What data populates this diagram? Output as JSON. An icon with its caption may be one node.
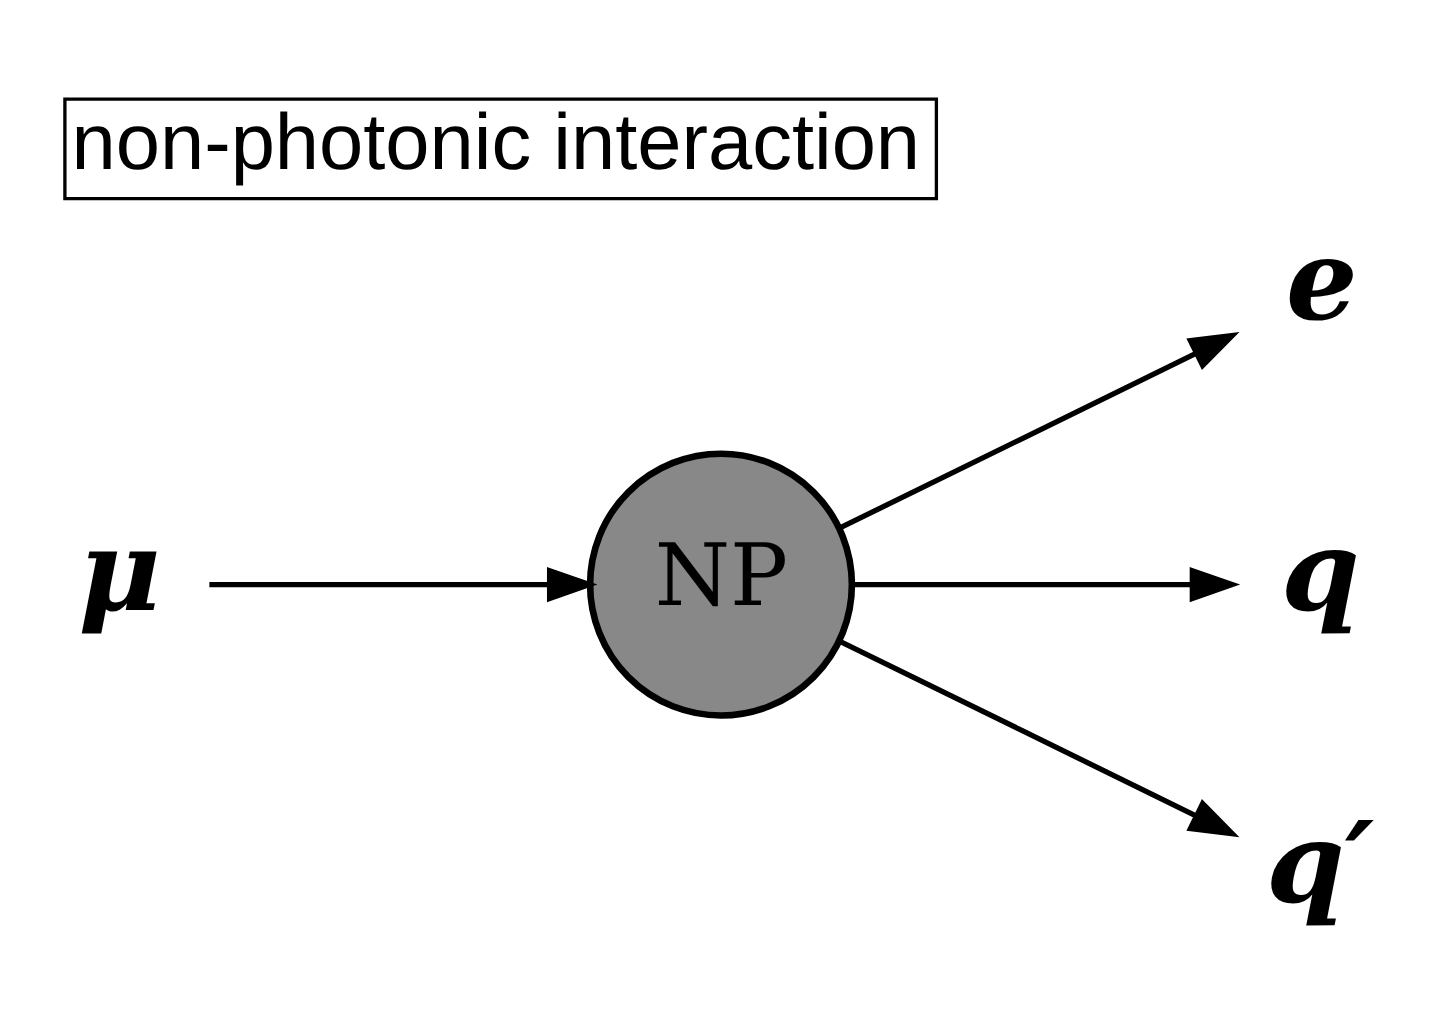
{
  "diagram": {
    "title": "non-photonic interaction",
    "nodes": [
      {
        "text": [
          "μ"
        ]
      },
      {
        "text": [
          "NP"
        ]
      },
      {
        "text": [
          "e"
        ]
      },
      {
        "text": [
          "q"
        ]
      },
      {
        "text": [
          "q′"
        ]
      }
    ],
    "edges": [
      {
        "from": 0,
        "to": 1,
        "arrow": "to"
      },
      {
        "from": 1,
        "to": 2,
        "arrow": "to"
      },
      {
        "from": 1,
        "to": 3,
        "arrow": "to"
      },
      {
        "from": 1,
        "to": 4,
        "arrow": "to"
      }
    ]
  }
}
